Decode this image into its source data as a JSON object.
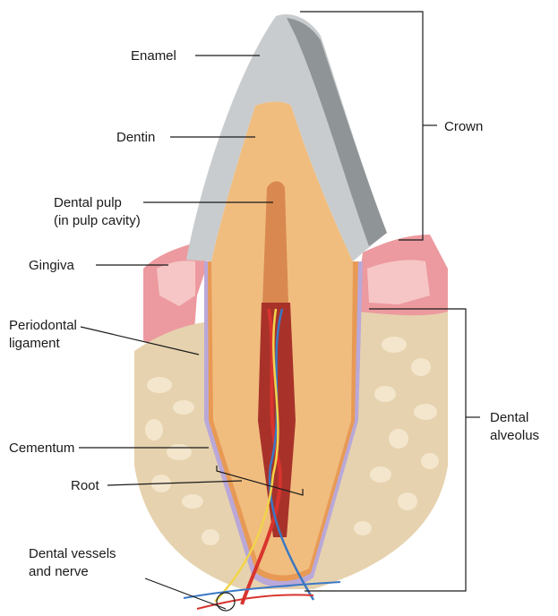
{
  "labels": {
    "enamel": "Enamel",
    "dentin": "Dentin",
    "dental_pulp": "Dental pulp",
    "dental_pulp_note": "(in pulp cavity)",
    "gingiva": "Gingiva",
    "periodontal_1": "Periodontal",
    "periodontal_2": "ligament",
    "cementum": "Cementum",
    "root": "Root",
    "vessels_1": "Dental vessels",
    "vessels_2": "and nerve",
    "crown": "Crown",
    "alveolus_1": "Dental",
    "alveolus_2": "alveolus"
  },
  "colors": {
    "enamel": "#c9ccce",
    "enamel_shadow": "#8f9497",
    "dentin": "#f0bd7f",
    "pulp": "#d9894f",
    "pulp_root": "#a8322a",
    "gingiva": "#ec9a9f",
    "bone": "#e6d2ae",
    "bone_cell": "#f3e6cc",
    "cementum": "#e89a55",
    "ligament": "#b9a8d8",
    "artery": "#d8342e",
    "vein": "#3a78c4",
    "nerve": "#f1d44a"
  }
}
